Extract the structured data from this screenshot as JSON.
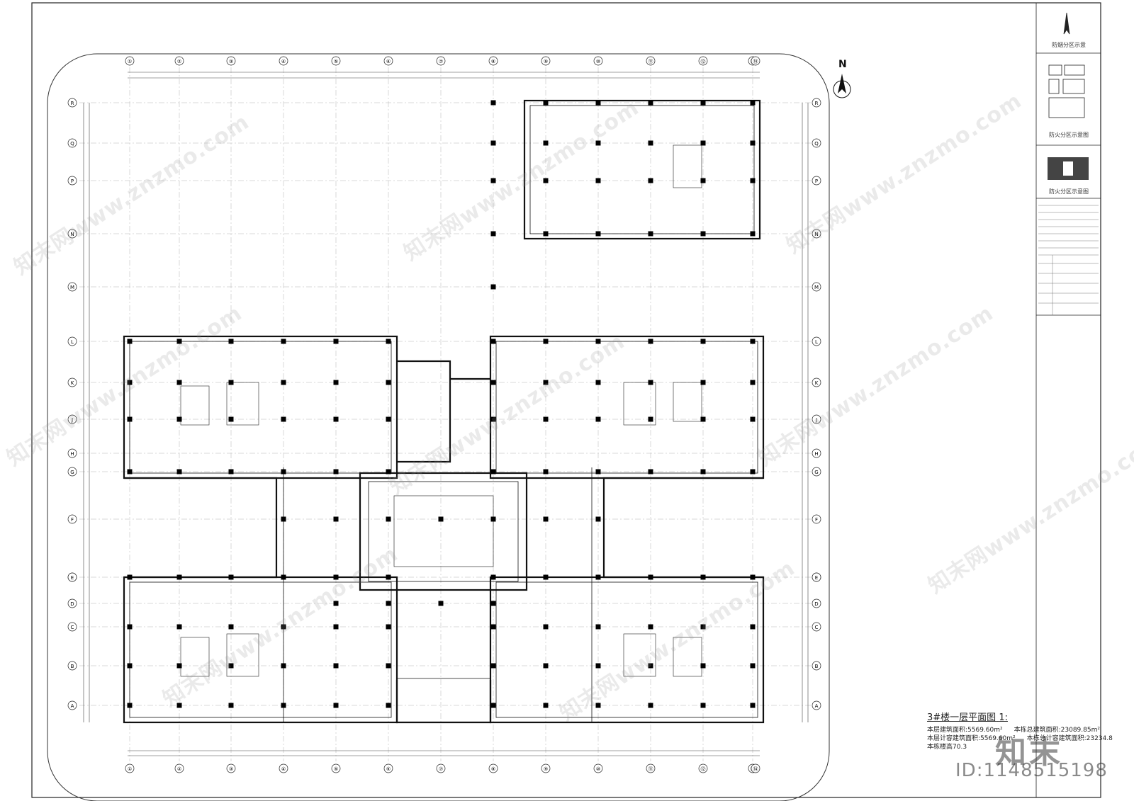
{
  "drawing": {
    "title": "3#楼一层平面图",
    "scale_hint": "1:",
    "stats": [
      {
        "id": "floor_area",
        "text": "本层建筑面积:5569.60m²"
      },
      {
        "id": "total_area",
        "text": "本栋总建筑面积:23089.85m²"
      },
      {
        "id": "floor_calc_area",
        "text": "本层计容建筑面积:5569.60m²"
      },
      {
        "id": "total_calc_area",
        "text": "本栋总计容建筑面积:23234.8"
      },
      {
        "id": "height",
        "text": "本栋楼高70.3"
      }
    ],
    "north_label": "N"
  },
  "axis_labels": {
    "numbers": [
      "①",
      "②",
      "③",
      "④",
      "⑤",
      "⑥",
      "⑦",
      "⑧",
      "⑨",
      "⑩",
      "⑪",
      "⑫",
      "⑬",
      "⑭"
    ],
    "letters_top": [
      "R",
      "Q",
      "P",
      "N",
      "M",
      "L",
      "K",
      "J",
      "H",
      "G",
      "F",
      "E"
    ],
    "letters_bottom": [
      "E",
      "D",
      "C",
      "B",
      "A"
    ]
  },
  "side_panel": {
    "captions": [
      "防烟分区示意",
      "防火分区示意图",
      "防火分区示意图"
    ]
  },
  "watermarks": [
    "知末网www.znzmo.com",
    "知末网www.znzmo.com",
    "知末网www.znzmo.com",
    "知末网www.znzmo.com",
    "知末网www.znzmo.com",
    "知末网www.znzmo.com",
    "知末网www.znzmo.com",
    "知末网www.znzmo.com",
    "知末网www.znzmo.com"
  ],
  "brand": {
    "name": "知末",
    "id_text": "ID:1148515198"
  },
  "colors": {
    "line": "#1a1a1a",
    "grid": "#9a9a9a",
    "wall": "#111111",
    "column": "#000000"
  }
}
